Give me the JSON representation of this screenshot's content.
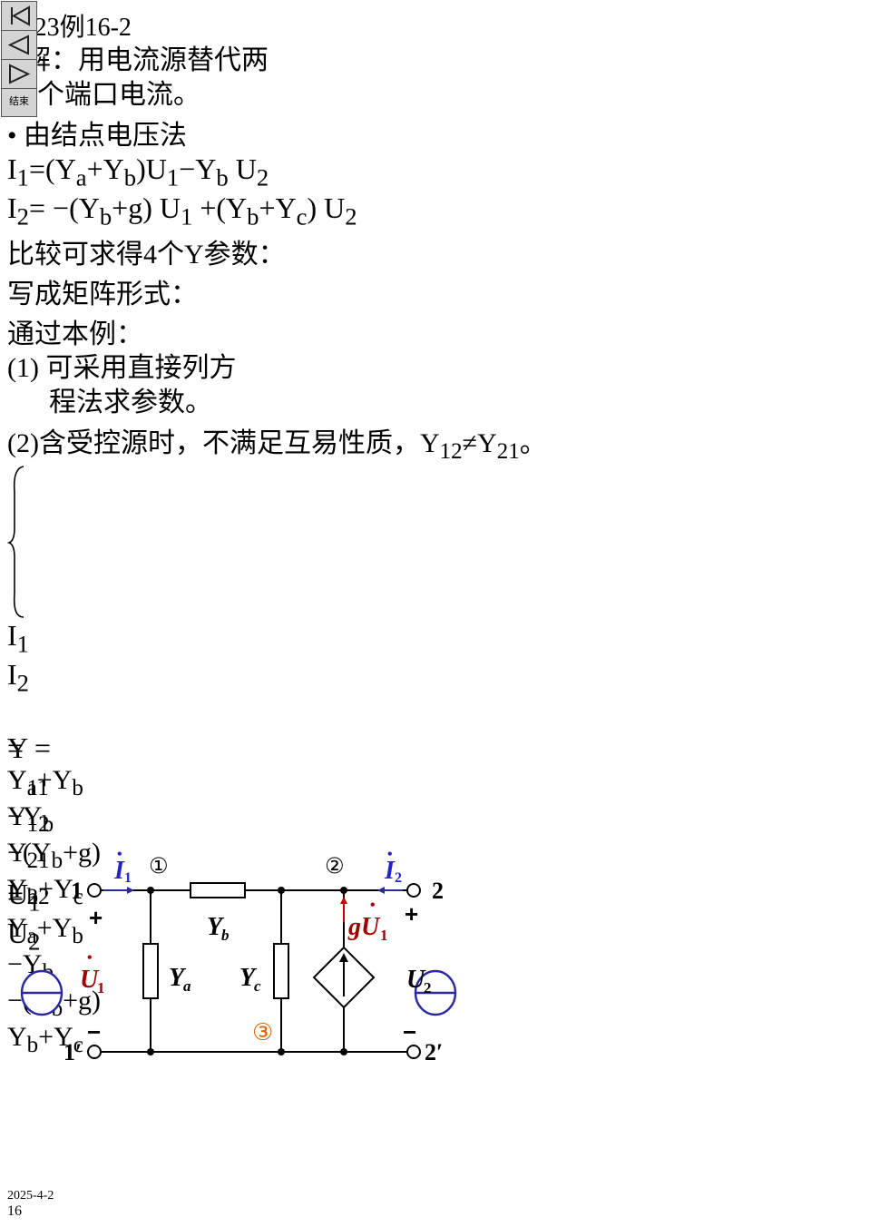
{
  "title": {
    "page": "P423",
    "example": "例",
    "number": "16-2"
  },
  "bullets": [
    {
      "line1": "解：用电流源替代两",
      "line2": "个端口电流。"
    },
    {
      "text": "由结点电压法"
    }
  ],
  "compare": {
    "prefix": "比较可求得",
    "count": "4",
    "unit": "个",
    "symbol": "Y",
    "suffix": "参数："
  },
  "matrix_form": {
    "heading": "写成矩阵形式："
  },
  "conclusions": {
    "heading": "通过本例：",
    "items": [
      {
        "marker": "(1)",
        "line1": "可采用直接列方",
        "line2": "程法求参数。"
      },
      {
        "marker": "(2)",
        "text": "含受控源时，不满足互易性质，"
      }
    ]
  },
  "circuit": {
    "terminal_1": "1",
    "terminal_1p": "1′",
    "terminal_2": "2",
    "terminal_2p": "2′",
    "node_1": "①",
    "node_2": "②",
    "node_3": "③"
  },
  "nav": {
    "end_label": "结束"
  },
  "footer": {
    "date": "2025-4-2",
    "page_number": "16"
  },
  "colors": {
    "blue": "#2424c8",
    "red": "#e00000",
    "maroon": "#a00000",
    "orange": "#e2562a"
  }
}
